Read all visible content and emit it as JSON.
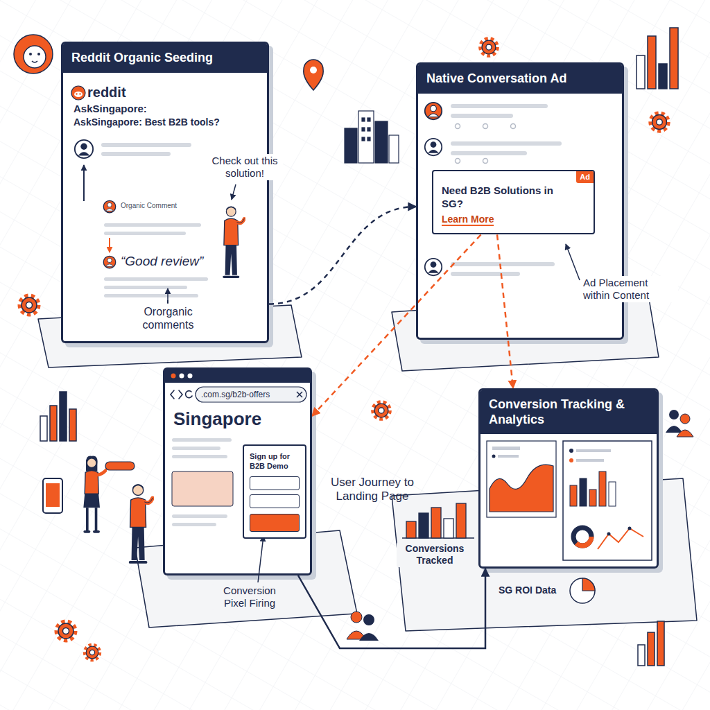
{
  "diagram": {
    "nodes": [
      {
        "text": [
          "Reddit Organic Seeding"
        ]
      },
      {
        "text": [
          "Native Conversation Ad"
        ]
      },
      {
        "text": [
          "Need B2B Solutions in SG?",
          "Learn More",
          "Ad"
        ],
        "in": 1
      },
      {
        "text": [
          ".com.sg/b2b-offers",
          "Singapore"
        ]
      },
      {
        "text": [
          "Sign up for B2B Demo"
        ],
        "in": 3
      },
      {
        "text": [
          "Conversion Tracking & Analytics"
        ]
      }
    ],
    "edges": [
      {
        "from": 0,
        "to": 1,
        "arrow": "to"
      },
      {
        "from": 2,
        "to": 3,
        "arrow": "to"
      },
      {
        "from": 2,
        "to": 5,
        "arrow": "to"
      },
      {
        "from": 3,
        "to": 5,
        "arrow": "to"
      }
    ],
    "labels": [
      "reddit",
      "AskSingapore:",
      "AskSingapore: Best B2B tools?",
      "Check out this solution!",
      "Organic Comment",
      "“Good review”",
      "Ororganic comments",
      "Ad Placement within Content",
      "User Journey to Landing Page",
      "Conversion Pixel Firing",
      "Conversions Tracked",
      "SG ROI Data"
    ]
  }
}
